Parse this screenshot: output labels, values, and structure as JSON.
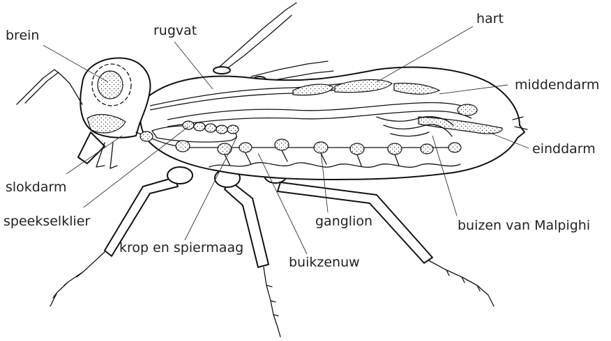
{
  "labels": {
    "brein": "brein",
    "rugvat": "rugvat",
    "hart": "hart",
    "middendarm": "middendarm",
    "einddarm": "einddarm",
    "slokdarm": "slokdarm",
    "speekselklier": "speekselklier",
    "krop": "krop en spiermaag",
    "ganglion": "ganglion",
    "buikzenuw": "buikzenuw",
    "malpighi": "buizen van Malpighi"
  },
  "colors": {
    "ink": "#111111",
    "label_text": "#222222",
    "background": "#ffffff"
  }
}
